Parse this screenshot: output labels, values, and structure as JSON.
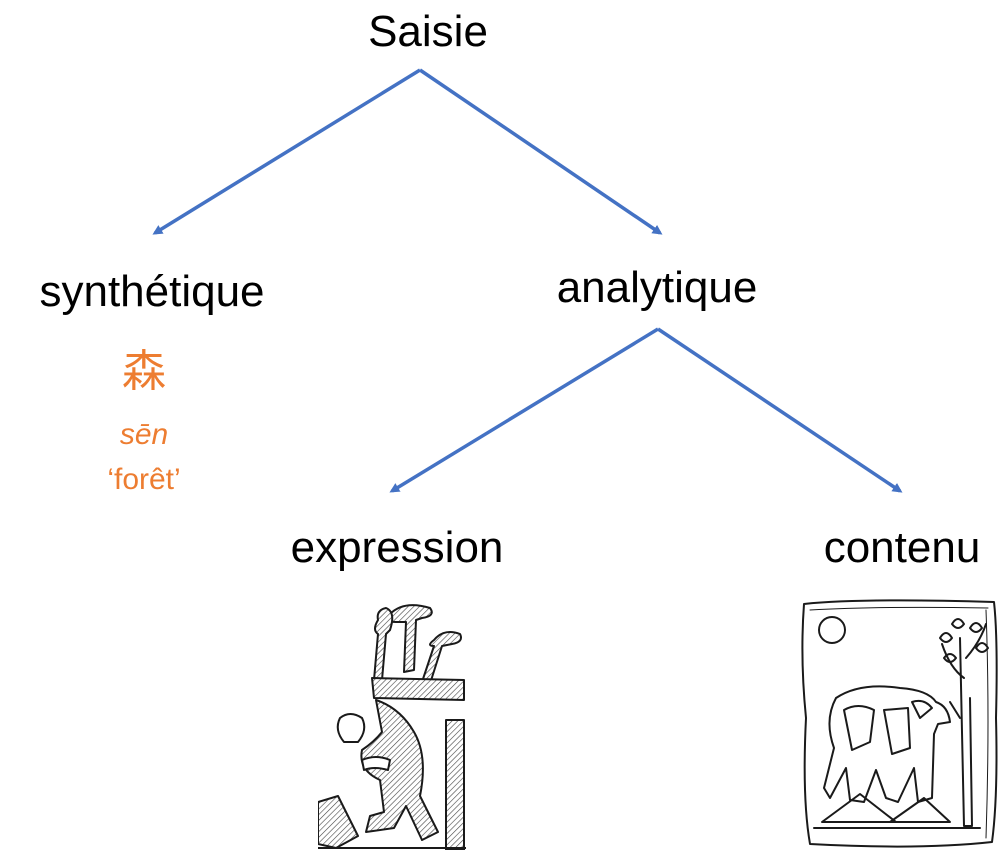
{
  "colors": {
    "arrow": "#4472C4",
    "example_text": "#ED7D31",
    "label_text": "#000000",
    "drawing_ink": "#1a1a1a"
  },
  "nodes": {
    "root": "Saisie",
    "synthetic": "synthétique",
    "analytic": "analytique",
    "expression": "expression",
    "content": "contenu"
  },
  "synthetic_example": {
    "character": "森",
    "reading": "sēn",
    "gloss": "‘forêt’"
  },
  "edges": [
    {
      "from": "root",
      "to": "synthetic"
    },
    {
      "from": "root",
      "to": "analytic"
    },
    {
      "from": "analytic",
      "to": "expression"
    },
    {
      "from": "analytic",
      "to": "content"
    }
  ],
  "figures": {
    "expression": "hieroglyph-drawing",
    "content": "engraved-tablet-drawing"
  }
}
